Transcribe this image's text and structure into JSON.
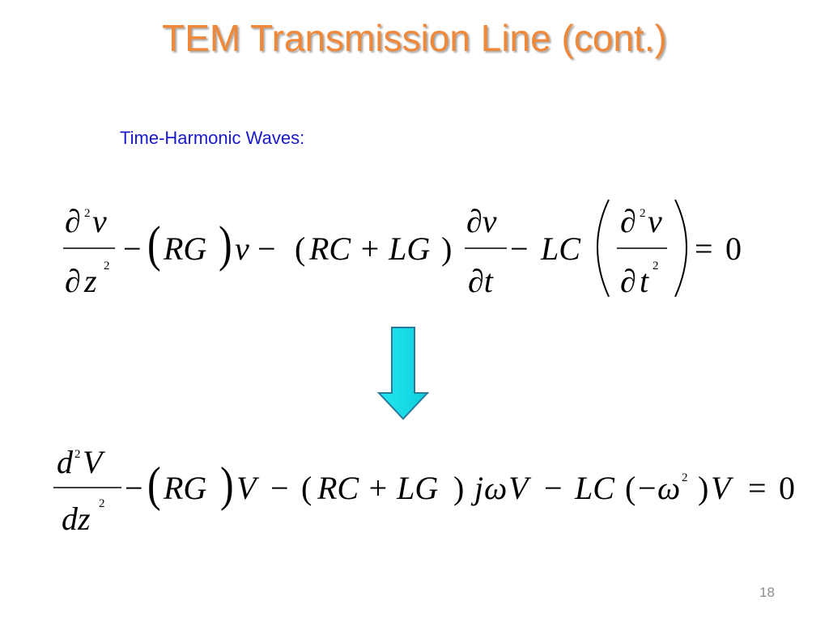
{
  "slide": {
    "title": "TEM Transmission Line (cont.)",
    "subtitle": "Time-Harmonic Waves:",
    "page_number": "18"
  },
  "equation1": {
    "frac1_num_partial": "∂",
    "frac1_num_sup": "2",
    "frac1_num_var": "v",
    "frac1_den_partial": "∂",
    "frac1_den_var": "z",
    "frac1_den_sup": "2",
    "minus1": "−",
    "rg": "RG",
    "v1": "v",
    "minus2": "−",
    "group_lparen": "(",
    "group_text": "RC + LG",
    "group_rparen": ")",
    "frac2_num": "∂v",
    "frac2_den": "∂t",
    "minus3": "−",
    "lc": "LC",
    "frac3_num_partial": "∂",
    "frac3_num_sup": "2",
    "frac3_num_var": "v",
    "frac3_den_partial": "∂",
    "frac3_den_var": "t",
    "frac3_den_sup": "2",
    "equals": "=",
    "zero": "0"
  },
  "equation2": {
    "frac_num_d": "d",
    "frac_num_sup": "2",
    "frac_num_var": "V",
    "frac_den_var": "dz",
    "frac_den_sup": "2",
    "minus1": "−",
    "rg": "RG",
    "v1": "V",
    "minus2": "−",
    "group_lparen": "(",
    "group_text": "RC + LG",
    "group_rparen": ")",
    "j": "j",
    "omega": "ω",
    "v2": "V",
    "minus3": "−",
    "lc": "LC",
    "lparen": "(",
    "minus4": "−",
    "omega2": "ω",
    "omega2_sup": "2",
    "rparen": ")",
    "v3": "V",
    "equals": "=",
    "zero": "0"
  },
  "arrow": {
    "fill_color": "#22e6ee",
    "stroke_color": "#2a7a99",
    "icon": "down-arrow-icon"
  },
  "colors": {
    "title": "#f0883a",
    "subtitle": "#1a1acc",
    "page_number": "#8c8c8c"
  }
}
